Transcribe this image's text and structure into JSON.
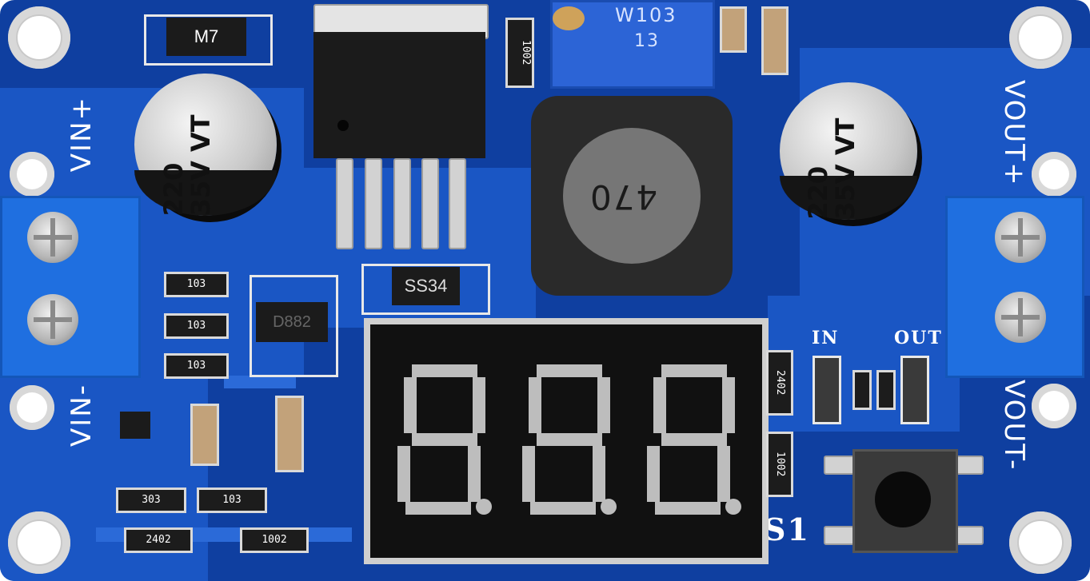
{
  "board": {
    "labels": {
      "vin_plus": "VIN+",
      "vin_minus": "VIN-",
      "vout_plus": "VOUT+",
      "vout_minus": "VOUT-",
      "led_in": "IN",
      "led_out": "OUT",
      "switch": "S1"
    },
    "components": {
      "diode_top": "M7",
      "potentiometer_code": "W103",
      "potentiometer_sub": "13",
      "inductor_code": "470",
      "schottky": "SS34",
      "transistor": "D882",
      "cap_left_line1": "220",
      "cap_left_line2": "35V",
      "cap_left_line3": "VT",
      "cap_right_line1": "220",
      "cap_right_line2": "35V",
      "cap_right_line3": "VT",
      "res_a": "103",
      "res_b": "103",
      "res_c": "103",
      "res_d": "303",
      "res_e": "103",
      "res_f": "2402",
      "res_g": "1002",
      "res_h": "2402",
      "res_i": "1002",
      "res_top": "1002"
    },
    "display_digits": [
      "8.",
      "8.",
      "8."
    ],
    "colors": {
      "pcb": "#0f3fa0",
      "terminal": "#1f6fe0"
    }
  }
}
